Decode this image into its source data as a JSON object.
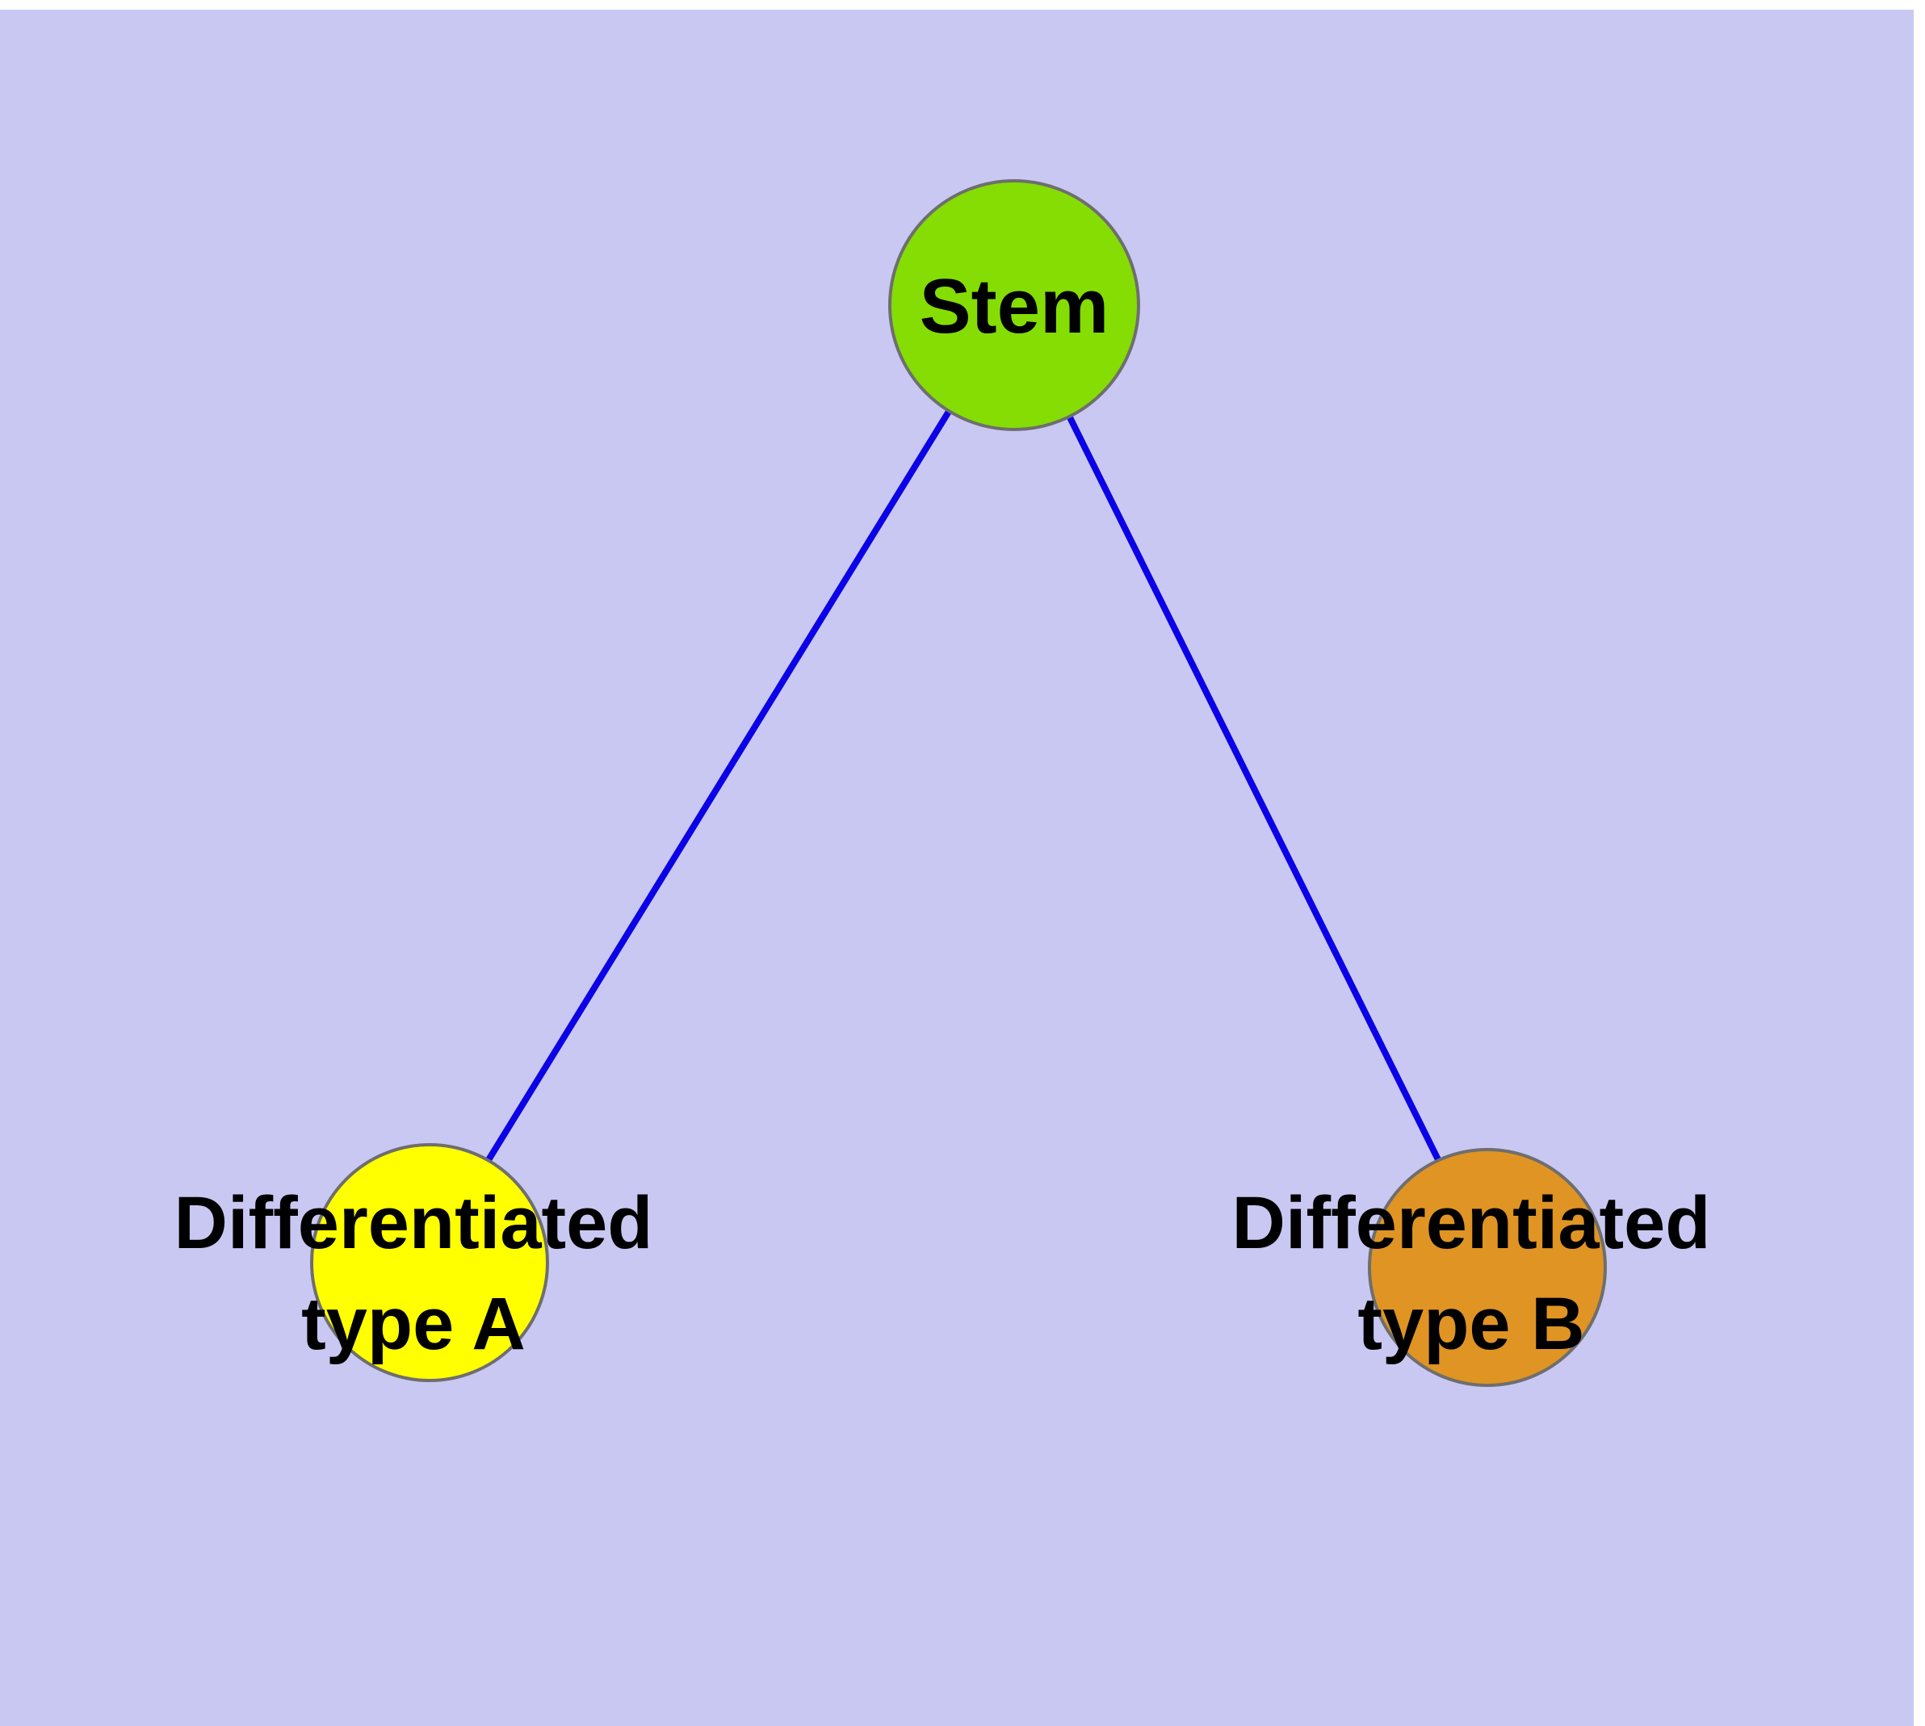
{
  "diagram": {
    "background_color": "#c9c8f2",
    "edge_color": "#0b00e6",
    "node_stroke_color": "#6e6e6e",
    "nodes": {
      "stem": {
        "label": "Stem",
        "color": "#85dd04"
      },
      "diff_a": {
        "label_line1": "Differentiated",
        "label_line2": "type A",
        "color": "#ffff00"
      },
      "diff_b": {
        "label_line1": "Differentiated",
        "label_line2": "type B",
        "color": "#e09423"
      }
    },
    "edges": {
      "stem_to_a": "Stem -> Differentiated type A",
      "stem_to_b": "Stem -> Differentiated type B"
    }
  }
}
